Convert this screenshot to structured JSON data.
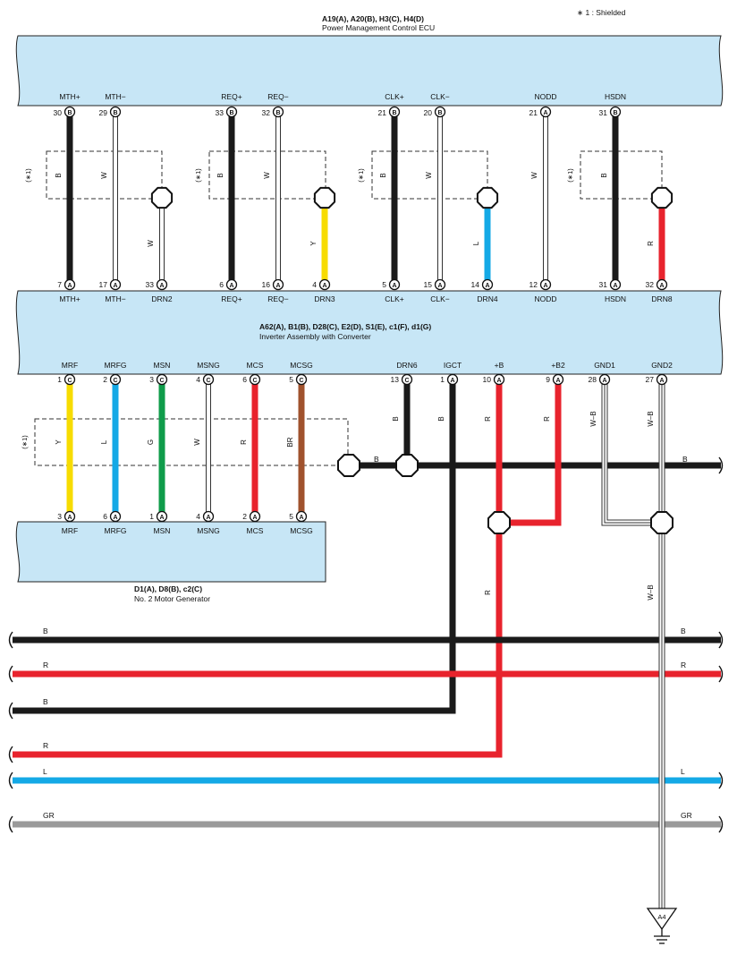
{
  "note": "∗ 1 : Shielded",
  "shield_label": "(∗1)",
  "ecu": {
    "codes": "A19(A), A20(B), H3(C), H4(D)",
    "name": "Power Management Control ECU",
    "pins": [
      {
        "label": "MTH+",
        "num": "30",
        "conn": "B"
      },
      {
        "label": "MTH−",
        "num": "29",
        "conn": "B"
      },
      {
        "label": "REQ+",
        "num": "33",
        "conn": "B"
      },
      {
        "label": "REQ−",
        "num": "32",
        "conn": "B"
      },
      {
        "label": "CLK+",
        "num": "21",
        "conn": "B"
      },
      {
        "label": "CLK−",
        "num": "20",
        "conn": "B"
      },
      {
        "label": "NODD",
        "num": "21",
        "conn": "A"
      },
      {
        "label": "HSDN",
        "num": "31",
        "conn": "B"
      }
    ]
  },
  "inverter": {
    "codes": "A62(A), B1(B), D28(C), E2(D), S1(E), c1(F), d1(G)",
    "name": "Inverter Assembly with Converter",
    "top_pins": [
      {
        "label": "MTH+",
        "num": "7",
        "conn": "A"
      },
      {
        "label": "MTH−",
        "num": "17",
        "conn": "A"
      },
      {
        "label": "DRN2",
        "num": "33",
        "conn": "A"
      },
      {
        "label": "REQ+",
        "num": "6",
        "conn": "A"
      },
      {
        "label": "REQ−",
        "num": "16",
        "conn": "A"
      },
      {
        "label": "DRN3",
        "num": "4",
        "conn": "A"
      },
      {
        "label": "CLK+",
        "num": "5",
        "conn": "A"
      },
      {
        "label": "CLK−",
        "num": "15",
        "conn": "A"
      },
      {
        "label": "DRN4",
        "num": "14",
        "conn": "A"
      },
      {
        "label": "NODD",
        "num": "12",
        "conn": "A"
      },
      {
        "label": "HSDN",
        "num": "31",
        "conn": "A"
      },
      {
        "label": "DRN8",
        "num": "32",
        "conn": "A"
      }
    ],
    "bottom_pins": [
      {
        "label": "MRF",
        "num": "1",
        "conn": "C"
      },
      {
        "label": "MRFG",
        "num": "2",
        "conn": "C"
      },
      {
        "label": "MSN",
        "num": "3",
        "conn": "C"
      },
      {
        "label": "MSNG",
        "num": "4",
        "conn": "C"
      },
      {
        "label": "MCS",
        "num": "6",
        "conn": "C"
      },
      {
        "label": "MCSG",
        "num": "5",
        "conn": "C"
      },
      {
        "label": "DRN6",
        "num": "13",
        "conn": "C"
      },
      {
        "label": "IGCT",
        "num": "1",
        "conn": "A"
      },
      {
        "label": "+B",
        "num": "10",
        "conn": "A"
      },
      {
        "label": "+B2",
        "num": "9",
        "conn": "A"
      },
      {
        "label": "GND1",
        "num": "28",
        "conn": "A"
      },
      {
        "label": "GND2",
        "num": "27",
        "conn": "A"
      }
    ]
  },
  "motor": {
    "codes": "D1(A), D8(B), c2(C)",
    "name": "No.  2 Motor Generator",
    "pins": [
      {
        "label": "MRF",
        "num": "3",
        "conn": "A"
      },
      {
        "label": "MRFG",
        "num": "6",
        "conn": "A"
      },
      {
        "label": "MSN",
        "num": "1",
        "conn": "A"
      },
      {
        "label": "MSNG",
        "num": "4",
        "conn": "A"
      },
      {
        "label": "MCS",
        "num": "2",
        "conn": "A"
      },
      {
        "label": "MCSG",
        "num": "5",
        "conn": "A"
      }
    ]
  },
  "wire_codes": {
    "top": [
      "B",
      "W",
      "W",
      "B",
      "W",
      "Y",
      "B",
      "W",
      "L",
      "W",
      "B",
      "R"
    ],
    "lower": [
      "Y",
      "L",
      "G",
      "W",
      "R",
      "BR",
      "B",
      "B",
      "R",
      "R",
      "W–B",
      "W–B"
    ],
    "drn_bus": "B",
    "bus_right": "B",
    "plus_b_down": "R",
    "gnd2_down": "W–B"
  },
  "harness": [
    {
      "left": "B",
      "right": "B"
    },
    {
      "left": "R",
      "right": "R"
    },
    {
      "left": "B",
      "right": ""
    },
    {
      "left": "R",
      "right": ""
    },
    {
      "left": "L",
      "right": "L"
    },
    {
      "left": "GR",
      "right": "GR"
    }
  ],
  "ground_point": "A4",
  "colors": {
    "box_fill": "#c7e6f6",
    "black": "#1a1a1a",
    "red": "#e8232d",
    "yellow": "#f7dc00",
    "blue": "#14a9e6",
    "green": "#0f9c4a",
    "brown": "#a0522d",
    "gray": "#9a9a9a"
  }
}
